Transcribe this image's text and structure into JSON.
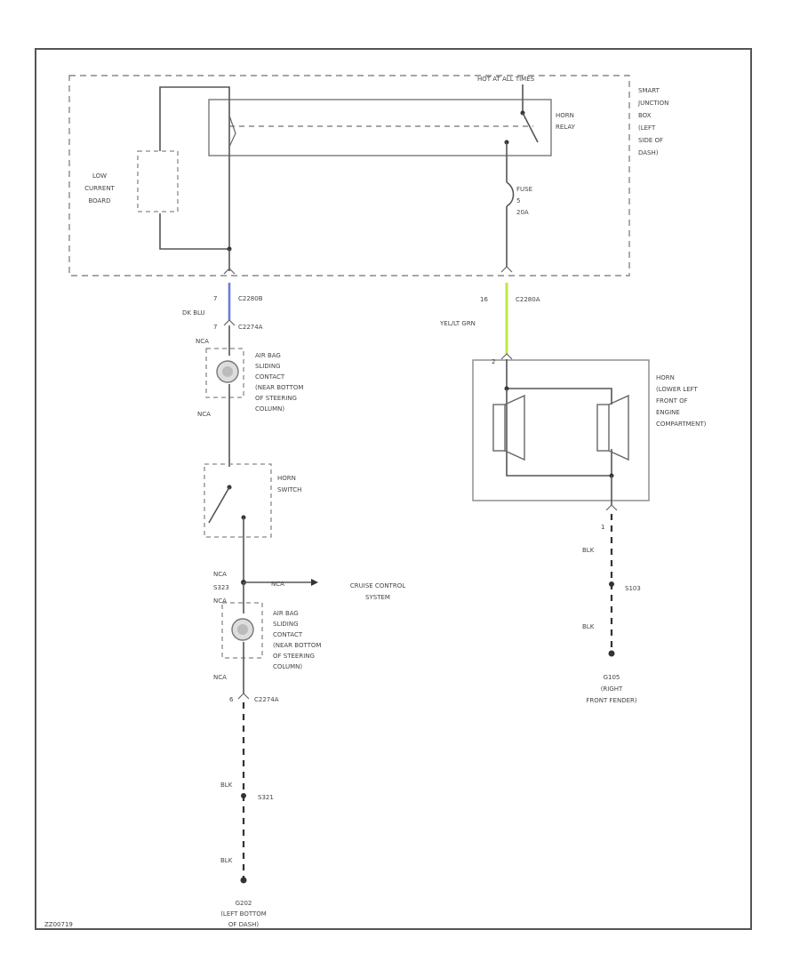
{
  "diagram": {
    "junction_box": {
      "hot_label": "HOT AT ALL TIMES",
      "name_lines": [
        "SMART",
        "JUNCTION",
        "BOX",
        "(LEFT",
        "SIDE OF",
        "DASH)"
      ],
      "relay_lines": [
        "HORN",
        "RELAY"
      ],
      "board_lines": [
        "LOW",
        "CURRENT",
        "BOARD"
      ],
      "fuse_lines": [
        "FUSE",
        "5",
        "20A"
      ]
    },
    "left_branch": {
      "pin_c2280b": "7",
      "conn_c2280b": "C2280B",
      "wire_color_1": "DK BLU",
      "pin_c2274a_top": "7",
      "conn_c2274a_top": "C2274A",
      "tag_nca_1": "NCA",
      "tag_nca_2": "NCA",
      "clockspring_upper_lines": [
        "AIR BAG",
        "SLIDING",
        "CONTACT",
        "(NEAR BOTTOM",
        "OF STEERING",
        "COLUMN)"
      ],
      "horn_switch_lines": [
        "HORN",
        "SWITCH"
      ],
      "tag_nca_3": "NCA",
      "splice_s323": "S323",
      "tag_nca_4": "NCA",
      "branch_tag": "NCA",
      "cruise_lines": [
        "CRUISE CONTROL",
        "SYSTEM"
      ],
      "clockspring_lower_lines": [
        "AIR BAG",
        "SLIDING",
        "CONTACT",
        "(NEAR BOTTOM",
        "OF STEERING",
        "COLUMN)"
      ],
      "tag_nca_5": "NCA",
      "pin_c2274a_bottom": "6",
      "conn_c2274a_bottom": "C2274A",
      "wire_blk_1": "BLK",
      "splice_s321": "S321",
      "wire_blk_2": "BLK",
      "ground_lines": [
        "G202",
        "(LEFT BOTTOM",
        "OF DASH)"
      ]
    },
    "right_branch": {
      "pin_c2280a": "16",
      "conn_c2280a": "C2280A",
      "wire_color": "YEL/LT GRN",
      "horn_pin": "2",
      "horn_lines": [
        "HORN",
        "(LOWER LEFT",
        "FRONT OF",
        "ENGINE",
        "COMPARTMENT)"
      ],
      "horn_pin_bottom": "1",
      "wire_blk_1": "BLK",
      "splice_s103": "S103",
      "wire_blk_2": "BLK",
      "ground_lines": [
        "G105",
        "(RIGHT",
        "FRONT FENDER)"
      ]
    },
    "footer_code": "ZZ00719"
  }
}
